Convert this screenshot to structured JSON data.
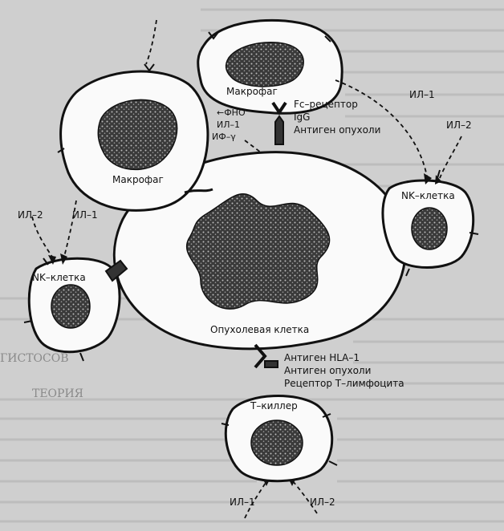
{
  "cells": {
    "macrophage_left": "Макрофаг",
    "macrophage_top": "Макрофаг",
    "nk_left": "NK–клетка",
    "nk_right": "NK–клетка",
    "tumor": "Опухолевая клетка",
    "t_killer": "Т–киллер"
  },
  "receptors": {
    "fc_receptor": "Fc–рецептор",
    "igg": "IgG",
    "tumor_antigen_top": "Антиген опухоли",
    "hla": "Антиген HLA–1",
    "tumor_antigen_bottom": "Антиген опухоли",
    "t_receptor": "Рецептор Т–лимфоцита"
  },
  "cytokines": {
    "tnf": "←ФНО",
    "il1_mac": "ИЛ–1",
    "if": "ИФ–γ",
    "il1_topright": "ИЛ–1",
    "il2_topright": "ИЛ–2",
    "il2_left": "ИЛ–2",
    "il1_left": "ИЛ–1",
    "il1_bottom": "ИЛ–1",
    "il2_bottom": "ИЛ–2"
  },
  "background_text": {
    "line_hla": "ГИСТОСОВ",
    "line_intro": "ТЕОРИЯ"
  }
}
